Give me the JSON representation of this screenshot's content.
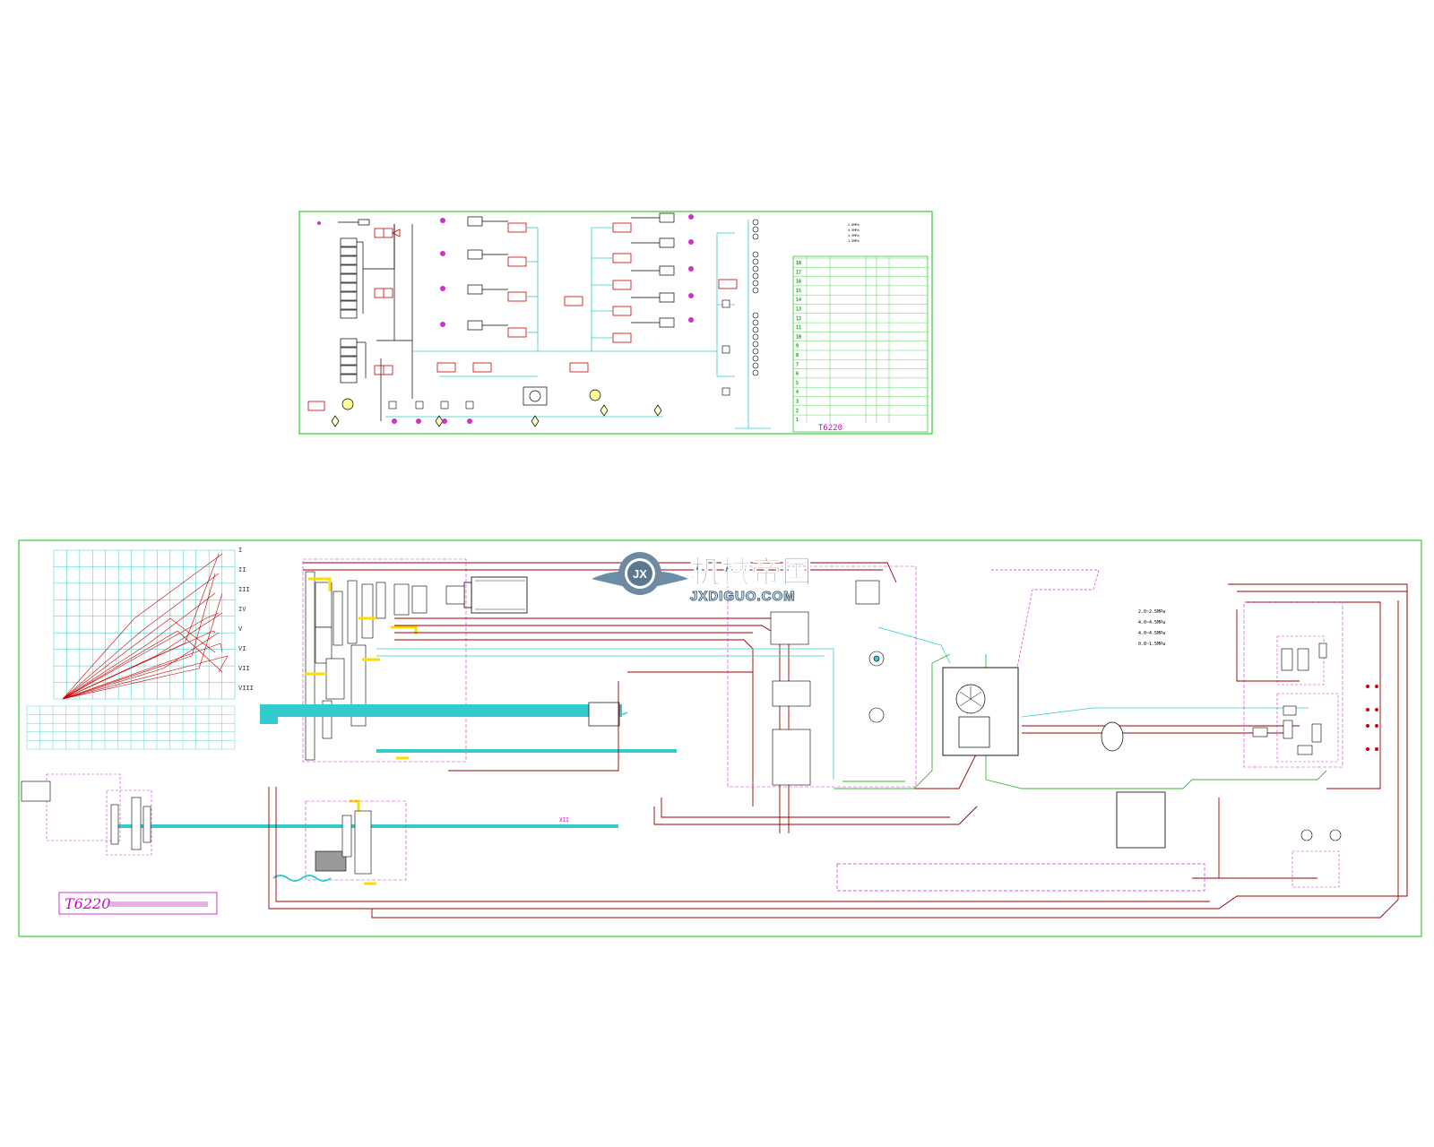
{
  "drawing_top": {
    "title": "T6220",
    "table_rows": [
      {
        "no": "18"
      },
      {
        "no": "17"
      },
      {
        "no": "16"
      },
      {
        "no": "15"
      },
      {
        "no": "14"
      },
      {
        "no": "13"
      },
      {
        "no": "12"
      },
      {
        "no": "11"
      },
      {
        "no": "10"
      },
      {
        "no": "9"
      },
      {
        "no": "8"
      },
      {
        "no": "7"
      },
      {
        "no": "6"
      },
      {
        "no": "5"
      },
      {
        "no": "4"
      },
      {
        "no": "3"
      },
      {
        "no": "2"
      },
      {
        "no": "1"
      }
    ],
    "pressure_notes": [
      "2.0MPa",
      "4.5MPa",
      "4.5MPa",
      "1.5MPa"
    ]
  },
  "drawing_bottom": {
    "title": "T6220",
    "roman_labels": [
      "I",
      "II",
      "III",
      "IV",
      "V",
      "VI",
      "VII",
      "VIII"
    ],
    "shaft_label": "XII",
    "pressure_notes": [
      "2.0~2.5MPa",
      "4.0~4.5MPa",
      "4.0~4.5MPa",
      "0.8~1.5MPa"
    ]
  },
  "watermark": {
    "brand": "机械帝国",
    "url": "JXDIGUO.COM",
    "badge": "JX"
  }
}
